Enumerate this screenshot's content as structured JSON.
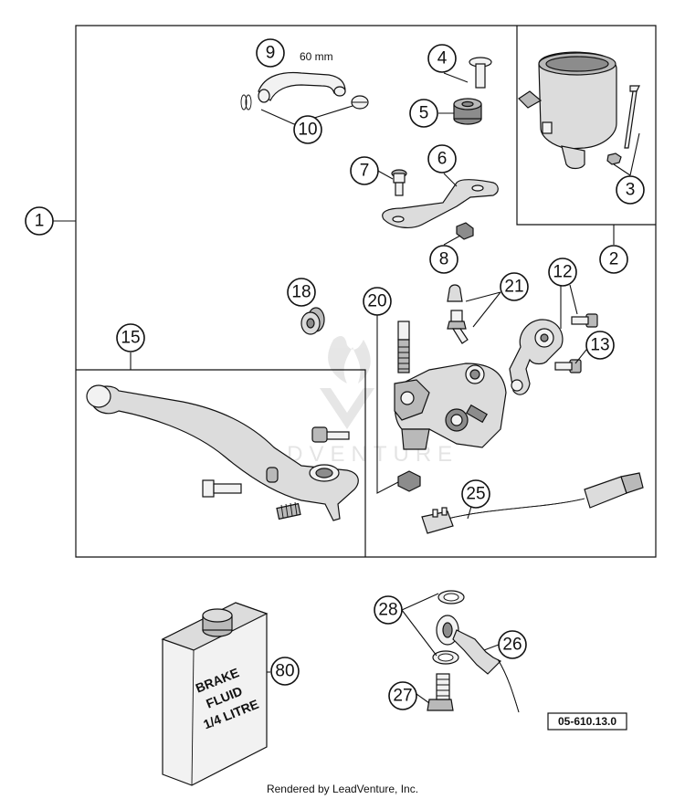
{
  "diagram": {
    "hose_length_label": "60 mm",
    "bottle_label_lines": [
      "BRAKE",
      "FLUID",
      "1/4 LITRE"
    ],
    "reference_number": "05-610.13.0",
    "footer": "Rendered by LeadVenture, Inc.",
    "watermark": "LEADVENTURE",
    "callouts": {
      "c1": "1",
      "c2": "2",
      "c3": "3",
      "c4": "4",
      "c5": "5",
      "c6": "6",
      "c7": "7",
      "c8": "8",
      "c9": "9",
      "c10": "10",
      "c12": "12",
      "c13": "13",
      "c15": "15",
      "c18": "18",
      "c20": "20",
      "c21": "21",
      "c25": "25",
      "c26": "26",
      "c27": "27",
      "c28": "28",
      "c80": "80"
    }
  }
}
